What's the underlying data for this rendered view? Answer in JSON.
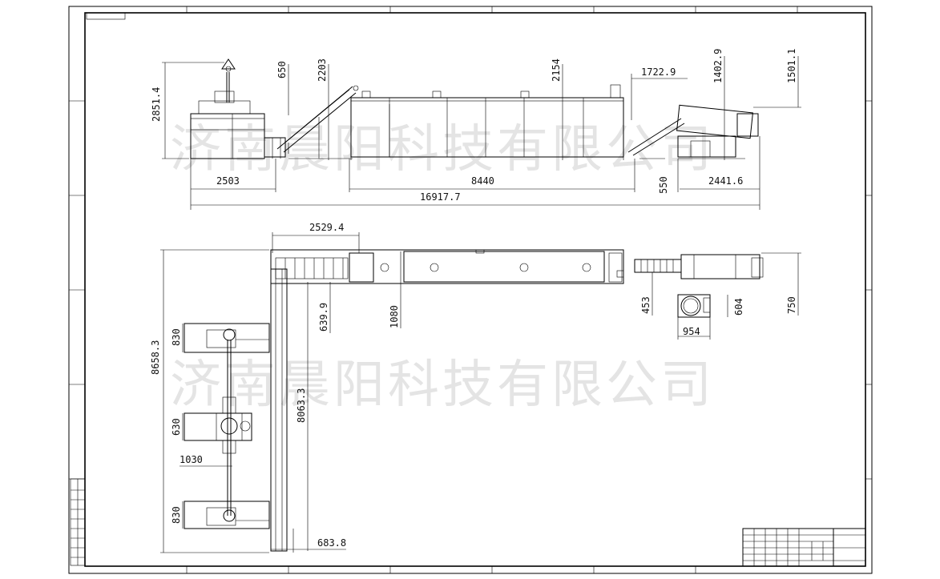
{
  "watermark": "济南晨阳科技有限公司",
  "side_view": {
    "dims": {
      "height_total": "2851.4",
      "feed_rise": "650",
      "conveyor_height": "2203",
      "oven_height": "2154",
      "cooler_offset": "1722.9",
      "cooler_height": "1402.9",
      "end_height": "1501.1",
      "mixer_len": "2503",
      "oven_len": "8440",
      "gap": "550",
      "cooler_len": "2441.6",
      "overall_len": "16917.7"
    }
  },
  "plan_view": {
    "dims": {
      "conveyor_span": "2529.4",
      "overall_depth": "8658.3",
      "mixer_w_top": "830",
      "mixer_w_mid": "630",
      "mixer_w_bot": "830",
      "mixer_len": "1030",
      "elevator_len": "8063.3",
      "conv_offset": "639.9",
      "oven_w": "1080",
      "belt_w": "453",
      "cooler_w": "750",
      "drum_d": "954",
      "drum_h": "604",
      "base_w": "683.8"
    }
  }
}
